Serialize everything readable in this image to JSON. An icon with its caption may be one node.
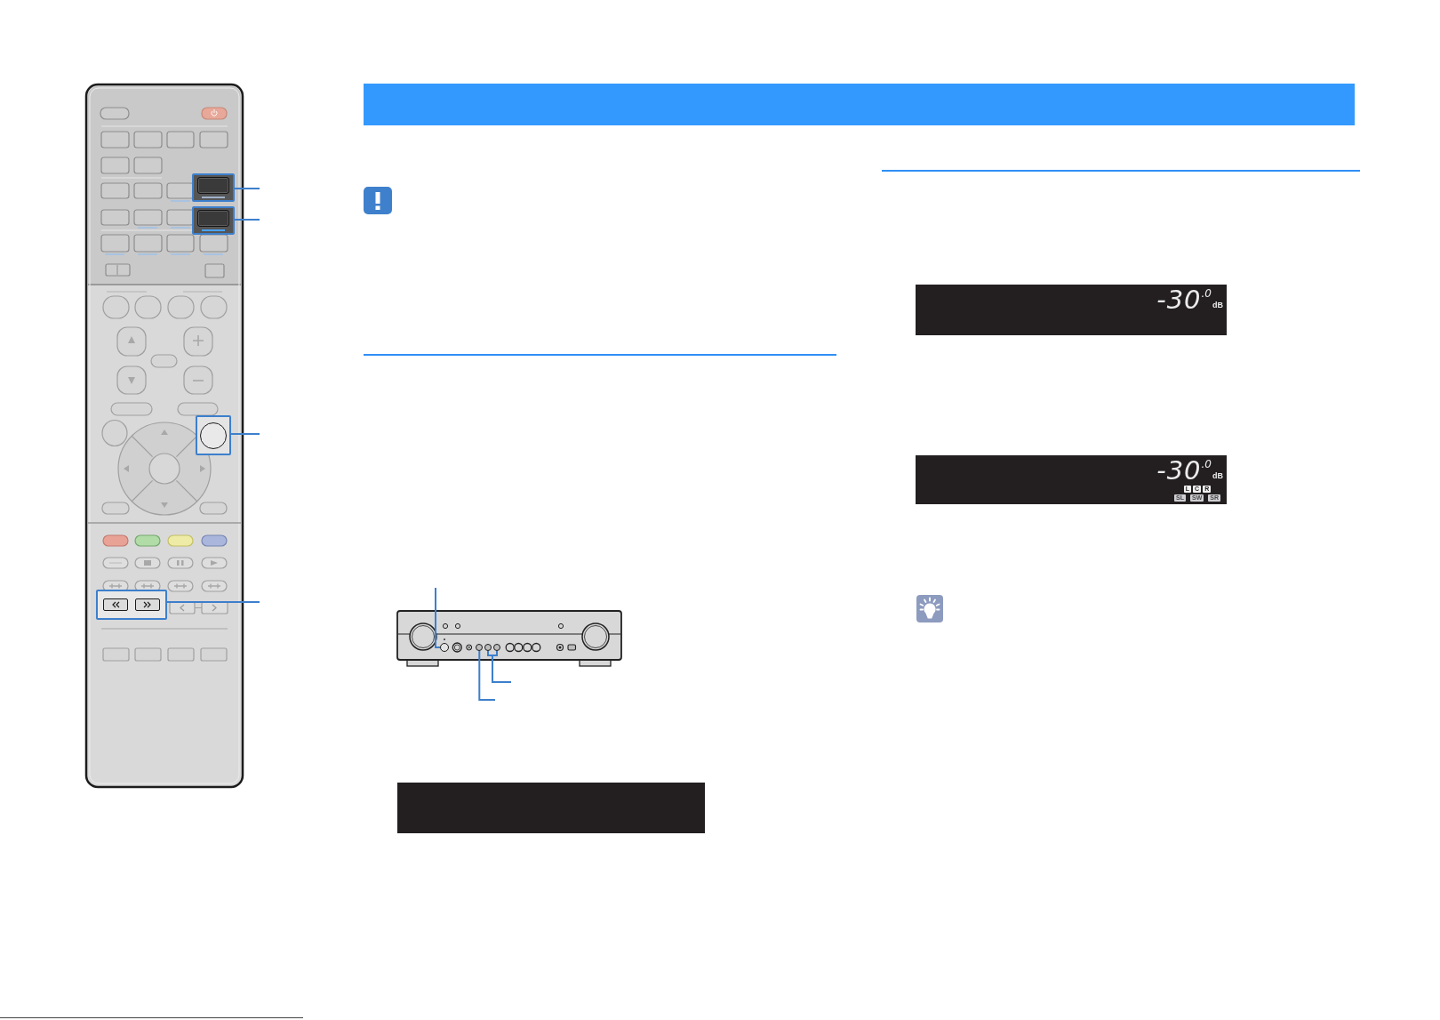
{
  "diagram": {
    "nodes": [
      {
        "text": [],
        "shape": "bar"
      },
      {
        "text": [],
        "shape": "box"
      },
      {
        "text": [],
        "shape": "box"
      },
      {
        "text": [],
        "shape": "box"
      },
      {
        "text": [],
        "shape": "box"
      },
      {
        "text": [],
        "shape": "circle"
      },
      {
        "text": [],
        "shape": "circle"
      },
      {
        "text": [],
        "shape": "circle"
      },
      {
        "text": [],
        "shape": "circle"
      },
      {
        "text": [],
        "shape": "box"
      },
      {
        "text": [
          "-30$^{.0}$",
          "dB"
        ]
      },
      {
        "text": [
          "-30$^{.0}$",
          "dB",
          "L",
          "C",
          "R",
          "SL",
          "SW",
          "SR"
        ]
      }
    ],
    "edges": [
      {
        "from": null,
        "to": 1,
        "arrow": "none"
      },
      {
        "from": null,
        "to": 2,
        "arrow": "none"
      },
      {
        "from": null,
        "to": 3,
        "arrow": "none"
      },
      {
        "from": null,
        "to": 4,
        "arrow": "none"
      },
      {
        "from": null,
        "to": 5,
        "arrow": "none"
      },
      {
        "from": null,
        "to": 7,
        "arrow": "none"
      },
      {
        "from": null,
        "to": 8,
        "arrow": "none"
      },
      {
        "from": null,
        "to": 6,
        "arrow": "none"
      }
    ]
  }
}
